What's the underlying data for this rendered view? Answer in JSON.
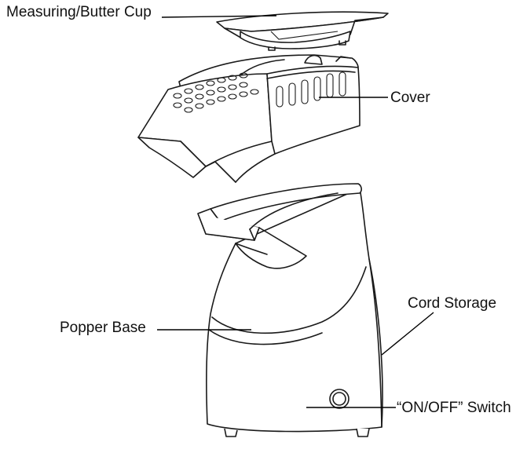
{
  "labels": {
    "measuring_cup": "Measuring/Butter Cup",
    "cover": "Cover",
    "cord_storage": "Cord Storage",
    "popper_base": "Popper Base",
    "on_off_switch": "“ON/OFF” Switch"
  }
}
